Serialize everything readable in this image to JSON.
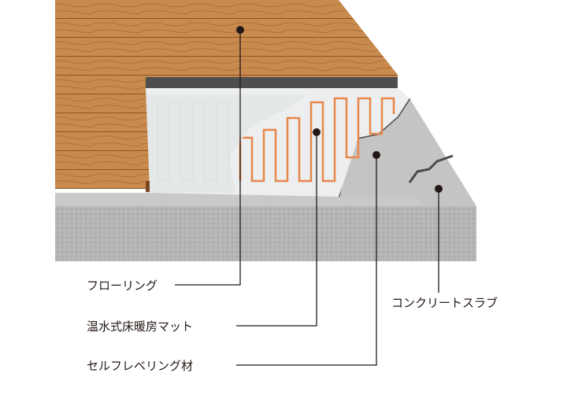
{
  "labels": {
    "flooring": "フローリング",
    "heating_mat": "温水式床暖房マット",
    "self_leveling": "セルフレベリング材",
    "concrete_slab": "コンクリートスラブ"
  },
  "colors": {
    "wood": "#c98a4e",
    "wood_dark": "#9b6233",
    "mat": "#eceeef",
    "pipe": "#e8874a",
    "leveling": "#c9c9c9",
    "concrete": "#b3b3b3",
    "line": "#231815"
  }
}
